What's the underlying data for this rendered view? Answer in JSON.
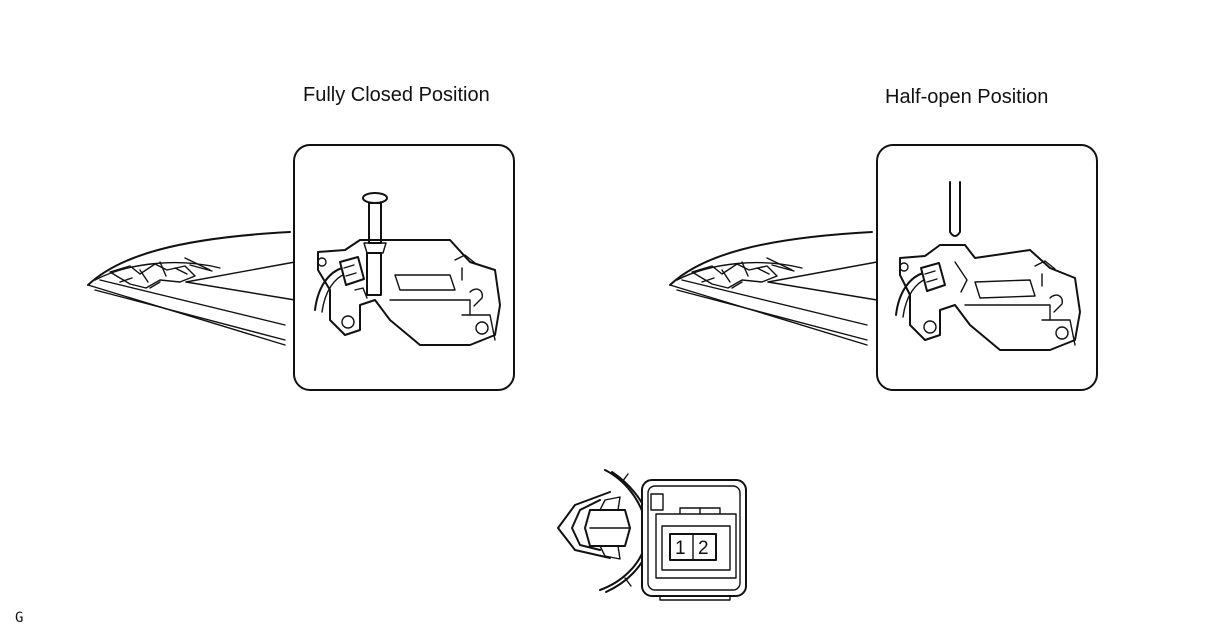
{
  "labels": {
    "fully_closed": "Fully Closed Position",
    "half_open": "Half-open Position",
    "figure_code": "G"
  },
  "connector": {
    "pins": [
      "1",
      "2"
    ]
  },
  "icons": {
    "latch_closed": "door-latch-closed-illustration",
    "latch_half_open": "door-latch-half-open-illustration",
    "connector": "latch-switch-connector-illustration"
  }
}
